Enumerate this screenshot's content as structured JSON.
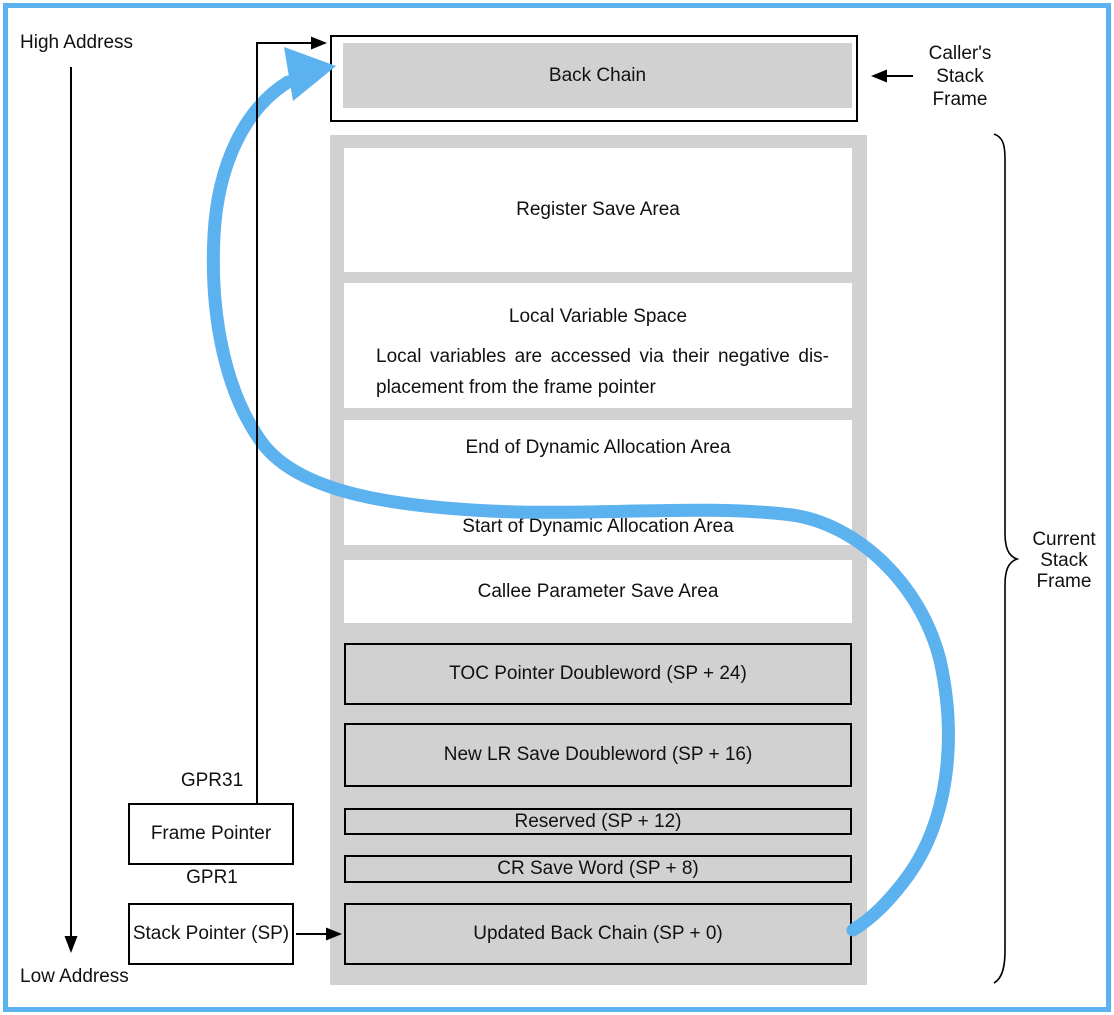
{
  "diagram": {
    "type": "stack-frame-layout",
    "colors": {
      "accent_blue": "#5cb1ef",
      "fill_gray": "#d1d1d1",
      "line_black": "#000000"
    },
    "labels": {
      "high_address": "High Address",
      "low_address": "Low Address",
      "gpr31": "GPR31",
      "gpr1": "GPR1",
      "frame_pointer": "Frame Pointer",
      "stack_pointer": "Stack Pointer (SP)",
      "caller_frame_line1": "Caller's",
      "caller_frame_line2": "Stack",
      "caller_frame_line3": "Frame",
      "current_frame_line1": "Current",
      "current_frame_line2": "Stack",
      "current_frame_line3": "Frame"
    },
    "back_chain": {
      "label": "Back Chain"
    },
    "frame_rows": [
      {
        "label": "Register Save Area"
      },
      {
        "label": "Local Variable Space",
        "note_line1": "Local variables are accessed via their negative dis-",
        "note_line2": "placement from the frame pointer"
      },
      {
        "label_top": "End of Dynamic Allocation Area",
        "label_bottom": "Start of Dynamic Allocation Area"
      },
      {
        "label": "Callee Parameter Save Area"
      },
      {
        "label": "TOC Pointer Doubleword (SP + 24)"
      },
      {
        "label": "New LR Save Doubleword (SP + 16)"
      },
      {
        "label": "Reserved (SP + 12)"
      },
      {
        "label": "CR Save Word (SP + 8)"
      },
      {
        "label": "Updated Back Chain (SP + 0)"
      }
    ]
  }
}
